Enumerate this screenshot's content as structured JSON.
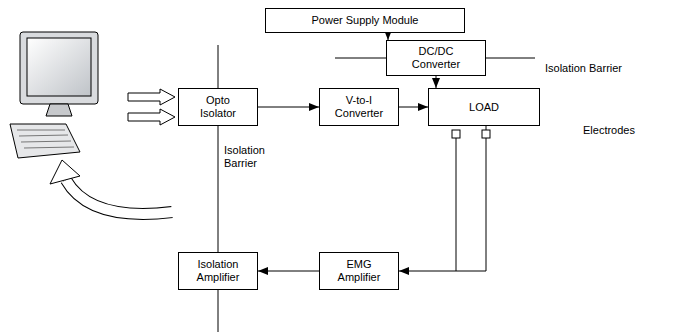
{
  "diagram": {
    "nodes": [
      {
        "text": [
          "Power Supply Module"
        ]
      },
      {
        "text": [
          "DC/DC Converter"
        ]
      },
      {
        "text": [
          "Opto Isolator"
        ]
      },
      {
        "text": [
          "V-to-I Converter"
        ]
      },
      {
        "text": [
          "LOAD"
        ]
      },
      {
        "text": [
          "Isolation Amplifier"
        ]
      },
      {
        "text": [
          "EMG Amplifier"
        ]
      }
    ],
    "edges": [
      {
        "from": 0,
        "to": 1,
        "arrow": "to"
      },
      {
        "from": 1,
        "to": 4,
        "arrow": "to"
      },
      {
        "from": 2,
        "to": 3,
        "arrow": "to"
      },
      {
        "from": 3,
        "to": 4,
        "arrow": "to"
      },
      {
        "from": 4,
        "to": 6,
        "arrow": "to"
      },
      {
        "from": 6,
        "to": 5,
        "arrow": "to"
      }
    ],
    "labels": [
      "Isolation Barrier",
      "Isolation Barrier",
      "Electrodes"
    ]
  }
}
